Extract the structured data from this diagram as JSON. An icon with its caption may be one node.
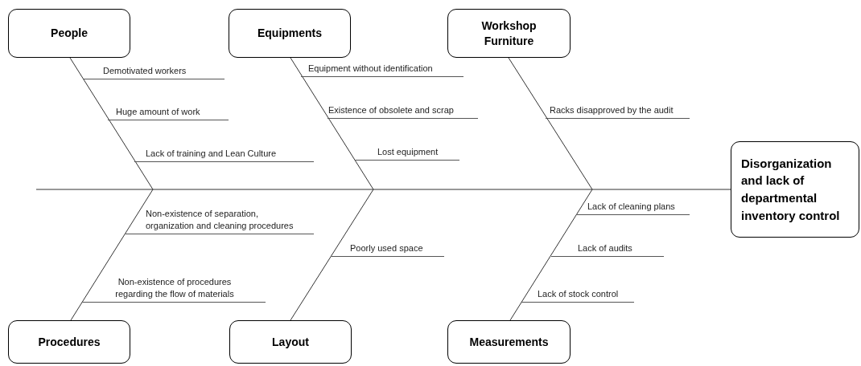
{
  "diagram": {
    "nodes": [
      {
        "text": [
          "People"
        ]
      },
      {
        "text": [
          "Equipments"
        ]
      },
      {
        "text": [
          "Workshop Furniture"
        ]
      },
      {
        "text": [
          "Procedures"
        ]
      },
      {
        "text": [
          "Layout"
        ]
      },
      {
        "text": [
          "Measurements"
        ]
      },
      {
        "text": [
          "Disorganization and lack of departmental inventory control"
        ]
      }
    ],
    "edges": [
      {
        "from": 0,
        "to": null,
        "arrow": "none"
      },
      {
        "from": 1,
        "to": null,
        "arrow": "none"
      },
      {
        "from": 2,
        "to": null,
        "arrow": "none"
      },
      {
        "from": 3,
        "to": null,
        "arrow": "none"
      },
      {
        "from": 4,
        "to": null,
        "arrow": "none"
      },
      {
        "from": 5,
        "to": null,
        "arrow": "none"
      },
      {
        "from": null,
        "to": 6,
        "arrow": "none"
      }
    ],
    "labels": [
      "Demotivated workers",
      "Equipment without identification",
      "Huge amount of work",
      "Existence of obsolete and scrap",
      "Racks disapproved by the audit",
      "Lack of training and Lean Culture",
      "Lost equipment",
      "Lack of cleaning plans",
      "Non-existence of separation, organization and cleaning procedures",
      "Poorly used space",
      "Lack of audits",
      "Non-existence of procedures regarding the flow of materials",
      "Lack of stock control"
    ]
  }
}
